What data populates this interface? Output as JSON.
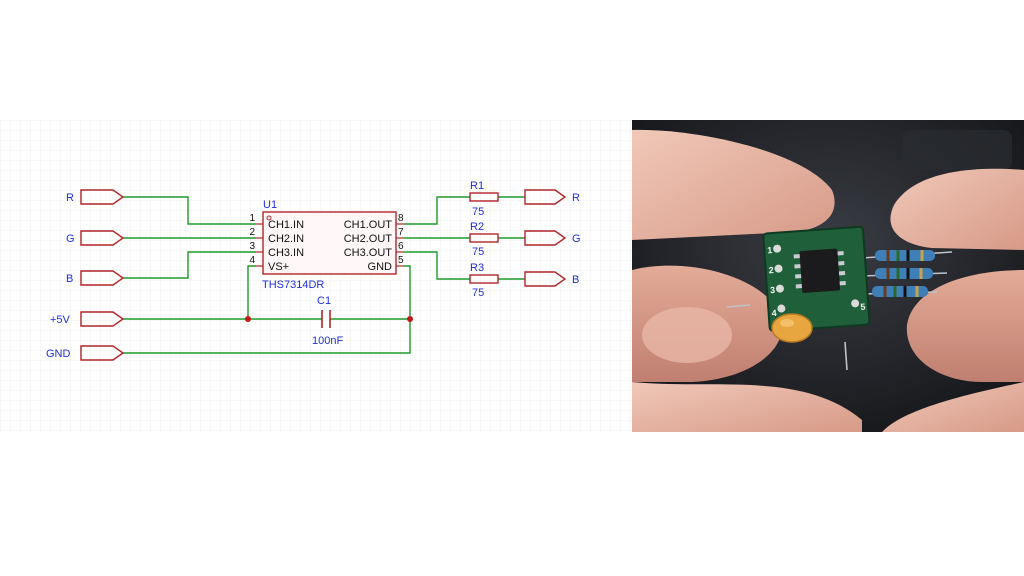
{
  "schematic": {
    "ports_left": [
      {
        "label": "R"
      },
      {
        "label": "G"
      },
      {
        "label": "B"
      },
      {
        "label": "+5V"
      },
      {
        "label": "GND"
      }
    ],
    "ports_right": [
      {
        "label": "R"
      },
      {
        "label": "G"
      },
      {
        "label": "B"
      }
    ],
    "chip": {
      "designator": "U1",
      "part": "THS7314DR",
      "left_pins": [
        {
          "num": "1",
          "name": "CH1.IN"
        },
        {
          "num": "2",
          "name": "CH2.IN"
        },
        {
          "num": "3",
          "name": "CH3.IN"
        },
        {
          "num": "4",
          "name": "VS+"
        }
      ],
      "right_pins": [
        {
          "num": "8",
          "name": "CH1.OUT"
        },
        {
          "num": "7",
          "name": "CH2.OUT"
        },
        {
          "num": "6",
          "name": "CH3.OUT"
        },
        {
          "num": "5",
          "name": "GND"
        }
      ]
    },
    "resistors": [
      {
        "designator": "R1",
        "value": "75"
      },
      {
        "designator": "R2",
        "value": "75"
      },
      {
        "designator": "R3",
        "value": "75"
      }
    ],
    "capacitor": {
      "designator": "C1",
      "value": "100nF"
    },
    "colors": {
      "wire": "#1e9a2a",
      "symbol": "#b0262a",
      "label": "#1f2fd8",
      "junction": "#c01818"
    }
  },
  "photo": {
    "board_pin_labels": [
      "1",
      "2",
      "3",
      "4",
      "5"
    ]
  }
}
